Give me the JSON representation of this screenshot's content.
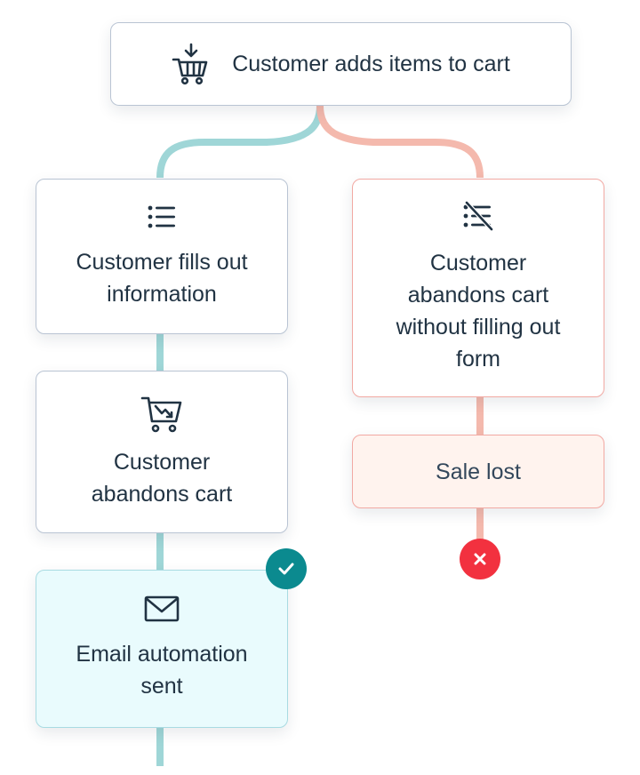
{
  "colors": {
    "success_path": "#9fd6d7",
    "failure_path": "#f4b9ad",
    "success_badge": "#0b8a8f",
    "failure_badge": "#f2313f"
  },
  "nodes": {
    "start": {
      "label": "Customer adds items to cart",
      "icon": "cart-add-icon"
    },
    "fills_info": {
      "label": "Customer fills out information",
      "icon": "list-icon"
    },
    "abandons_no_form": {
      "label": "Customer abandons cart without filling out form",
      "icon": "list-crossed-icon"
    },
    "abandons_cart": {
      "label": "Customer abandons cart",
      "icon": "cart-declining-icon"
    },
    "sale_lost": {
      "label": "Sale lost"
    },
    "email_sent": {
      "label": "Email automation sent",
      "icon": "envelope-icon"
    }
  },
  "badges": {
    "success": {
      "icon": "checkmark-icon"
    },
    "failure": {
      "icon": "x-icon"
    }
  }
}
